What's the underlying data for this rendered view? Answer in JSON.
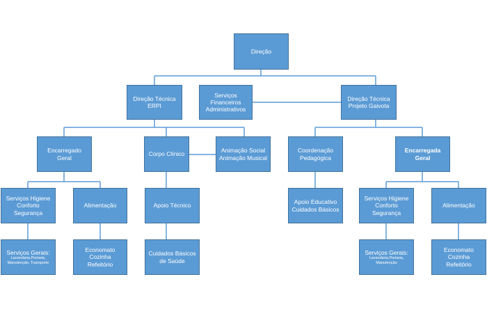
{
  "nodes": {
    "direcao": [
      "Direção"
    ],
    "dt_erpi": [
      "Direção Técnica",
      "ERPI"
    ],
    "serv_fin": [
      "Serviços",
      "Financeiros",
      "Administrativos"
    ],
    "dt_gaivota": [
      "Direção Técnica",
      "Projeto Gaivota"
    ],
    "enc_geral": [
      "Encarregado Geral"
    ],
    "corpo_clinico": [
      "Corpo Clínico"
    ],
    "animacao": [
      "Animação Social",
      "Animação Musical"
    ],
    "coordenacao": [
      "Coordenação",
      "Pedagógica"
    ],
    "encarregada": [
      "Encarregada  Geral"
    ],
    "higiene_1": [
      "Serviços Higiene",
      "Conforto",
      "Segurança"
    ],
    "alimentacao_1": [
      "Alimentação"
    ],
    "apoio_tecnico": [
      "Apoio Técnico"
    ],
    "apoio_educativo": [
      "Apoio Educativo",
      "Cuidados Básicos"
    ],
    "higiene_2": [
      "Serviços Higiene",
      "Conforto",
      "Segurança"
    ],
    "alimentacao_2": [
      "Alimentação"
    ],
    "gerais_1": {
      "title": "Serviços Gerais:",
      "detail": [
        "Lavandaria,Portaria,",
        "Manutenção, Transporte"
      ]
    },
    "economato_1": [
      "Economato",
      "Cozinha  Refeitório"
    ],
    "cuidados": [
      "Cuidados Básicos",
      "de Saúde"
    ],
    "gerais_2": {
      "title": "Serviços Gerais:",
      "detail": [
        "Lavandaria,Portaria,",
        "Manutenção"
      ]
    },
    "economato_2": [
      "Economato",
      "Cozinha Refeitório"
    ]
  }
}
